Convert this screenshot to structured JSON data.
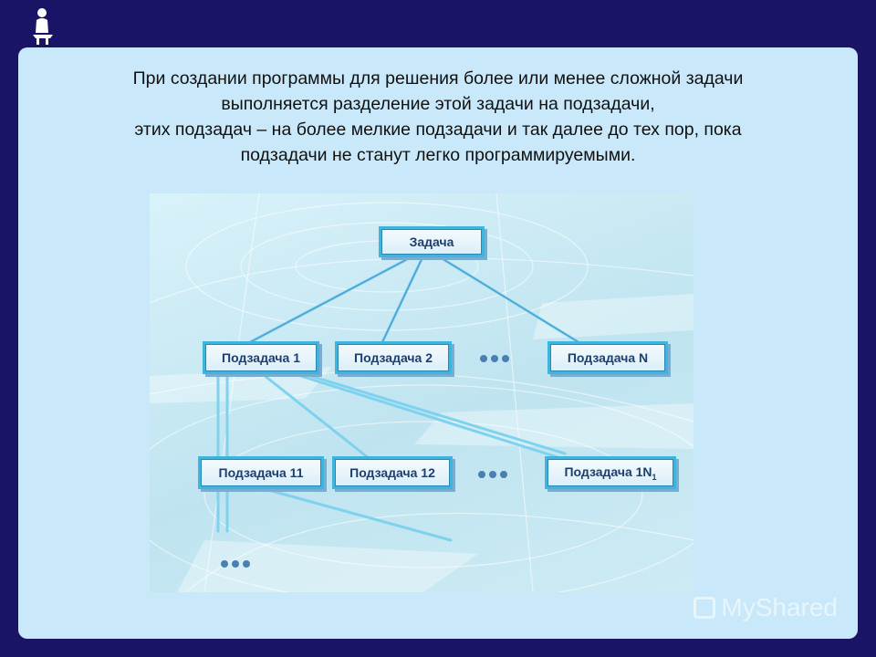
{
  "intro": {
    "line1": "При создании программы для решения более или менее сложной задачи",
    "line2": "выполняется разделение этой задачи на подзадачи,",
    "line3": "этих подзадач – на более мелкие подзадачи и так далее до тех пор, пока",
    "line4": "подзадачи не станут легко программируемыми."
  },
  "diagram": {
    "root": "Задача",
    "level1": [
      "Подзадача 1",
      "Подзадача 2",
      "Подзадача N"
    ],
    "level2_main": [
      "Подзадача 11",
      "Подзадача 12"
    ],
    "level2_last": "Подзадача 1N",
    "level2_last_sub": "1"
  },
  "watermark": {
    "text": "MyShared"
  },
  "colors": {
    "background": "#1a1466",
    "panel": "#c9e9fa",
    "node_border": "#3fb4dc",
    "node_text": "#1e3f6e"
  }
}
